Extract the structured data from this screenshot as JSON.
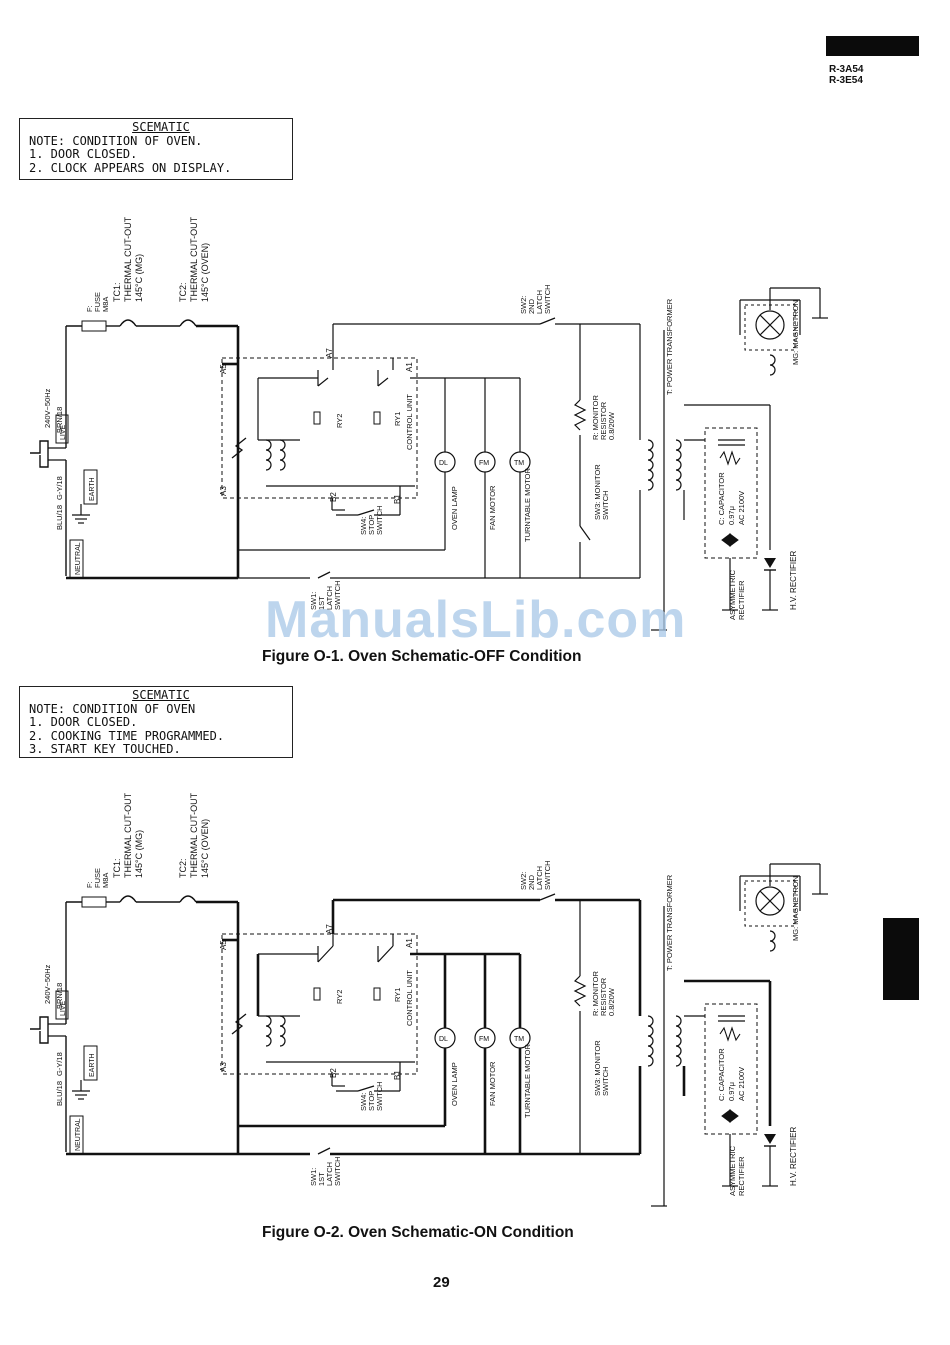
{
  "header": {
    "models": [
      "R-3A54",
      "R-3E54"
    ]
  },
  "watermark": "ManualsLib.com",
  "page_number": "29",
  "figures": [
    {
      "note": {
        "title": "SCEMATIC",
        "lines": [
          "NOTE: CONDITION OF OVEN.",
          "1.  DOOR CLOSED.",
          "2.  CLOCK APPEARS ON DISPLAY."
        ]
      },
      "caption": "Figure O-1. Oven Schematic-OFF Condition",
      "state": "off"
    },
    {
      "note": {
        "title": "SCEMATIC",
        "lines": [
          "NOTE: CONDITION OF OVEN",
          "1.  DOOR CLOSED.",
          "2.  COOKING TIME PROGRAMMED.",
          "3.  START KEY TOUCHED."
        ]
      },
      "caption": "Figure O-2. Oven Schematic-ON Condition",
      "state": "on"
    }
  ],
  "labels": {
    "tc1": [
      "TC1:",
      "THERMAL CUT-OUT",
      "145°C (MG)"
    ],
    "tc2": [
      "TC2:",
      "THERMAL CUT-OUT",
      "145°C (OVEN)"
    ],
    "fuse": [
      "F:",
      "FUSE",
      "M8A"
    ],
    "sw2": [
      "SW2:",
      "2ND",
      "LATCH",
      "SWITCH"
    ],
    "power_transformer": "T: POWER TRANSFORMER",
    "magnetron": "MG: MAGNETRON",
    "monitor_resistor": [
      "R: MONITOR",
      "RESISTOR",
      "0.8/20W"
    ],
    "monitor_switch": [
      "SW3: MONITOR",
      "SWITCH"
    ],
    "capacitor": [
      "C: CAPACITOR",
      "0.97μ",
      "AC 2100V"
    ],
    "asym_rectifier": [
      "ASYMMETRIC",
      "RECTIFIER"
    ],
    "hv_rectifier": "H.V. RECTIFIER",
    "oven_lamp": "OVEN LAMP",
    "fan_motor": "FAN MOTOR",
    "turntable_motor": "TURNTABLE MOTOR",
    "control_unit": "CONTROL UNIT",
    "sw4": [
      "SW4:",
      "STOP",
      "SWITCH"
    ],
    "sw1": [
      "SW1:",
      "1ST",
      "LATCH",
      "SWITCH"
    ],
    "supply": "240V~50Hz",
    "live": "LIVE",
    "brn": "BRN/18",
    "gy": "G-Y/18",
    "blu": "BLU/18",
    "earth": "EARTH",
    "neutral": "NEUTRAL",
    "terminals": {
      "a5": "A5",
      "a7": "A7",
      "a1": "A1",
      "a3": "A3",
      "b1": "B1",
      "b2": "B2",
      "ry1": "RY1",
      "ry2": "RY2"
    },
    "component_codes": {
      "dl": "DL",
      "fm": "FM",
      "tm": "TM"
    }
  }
}
